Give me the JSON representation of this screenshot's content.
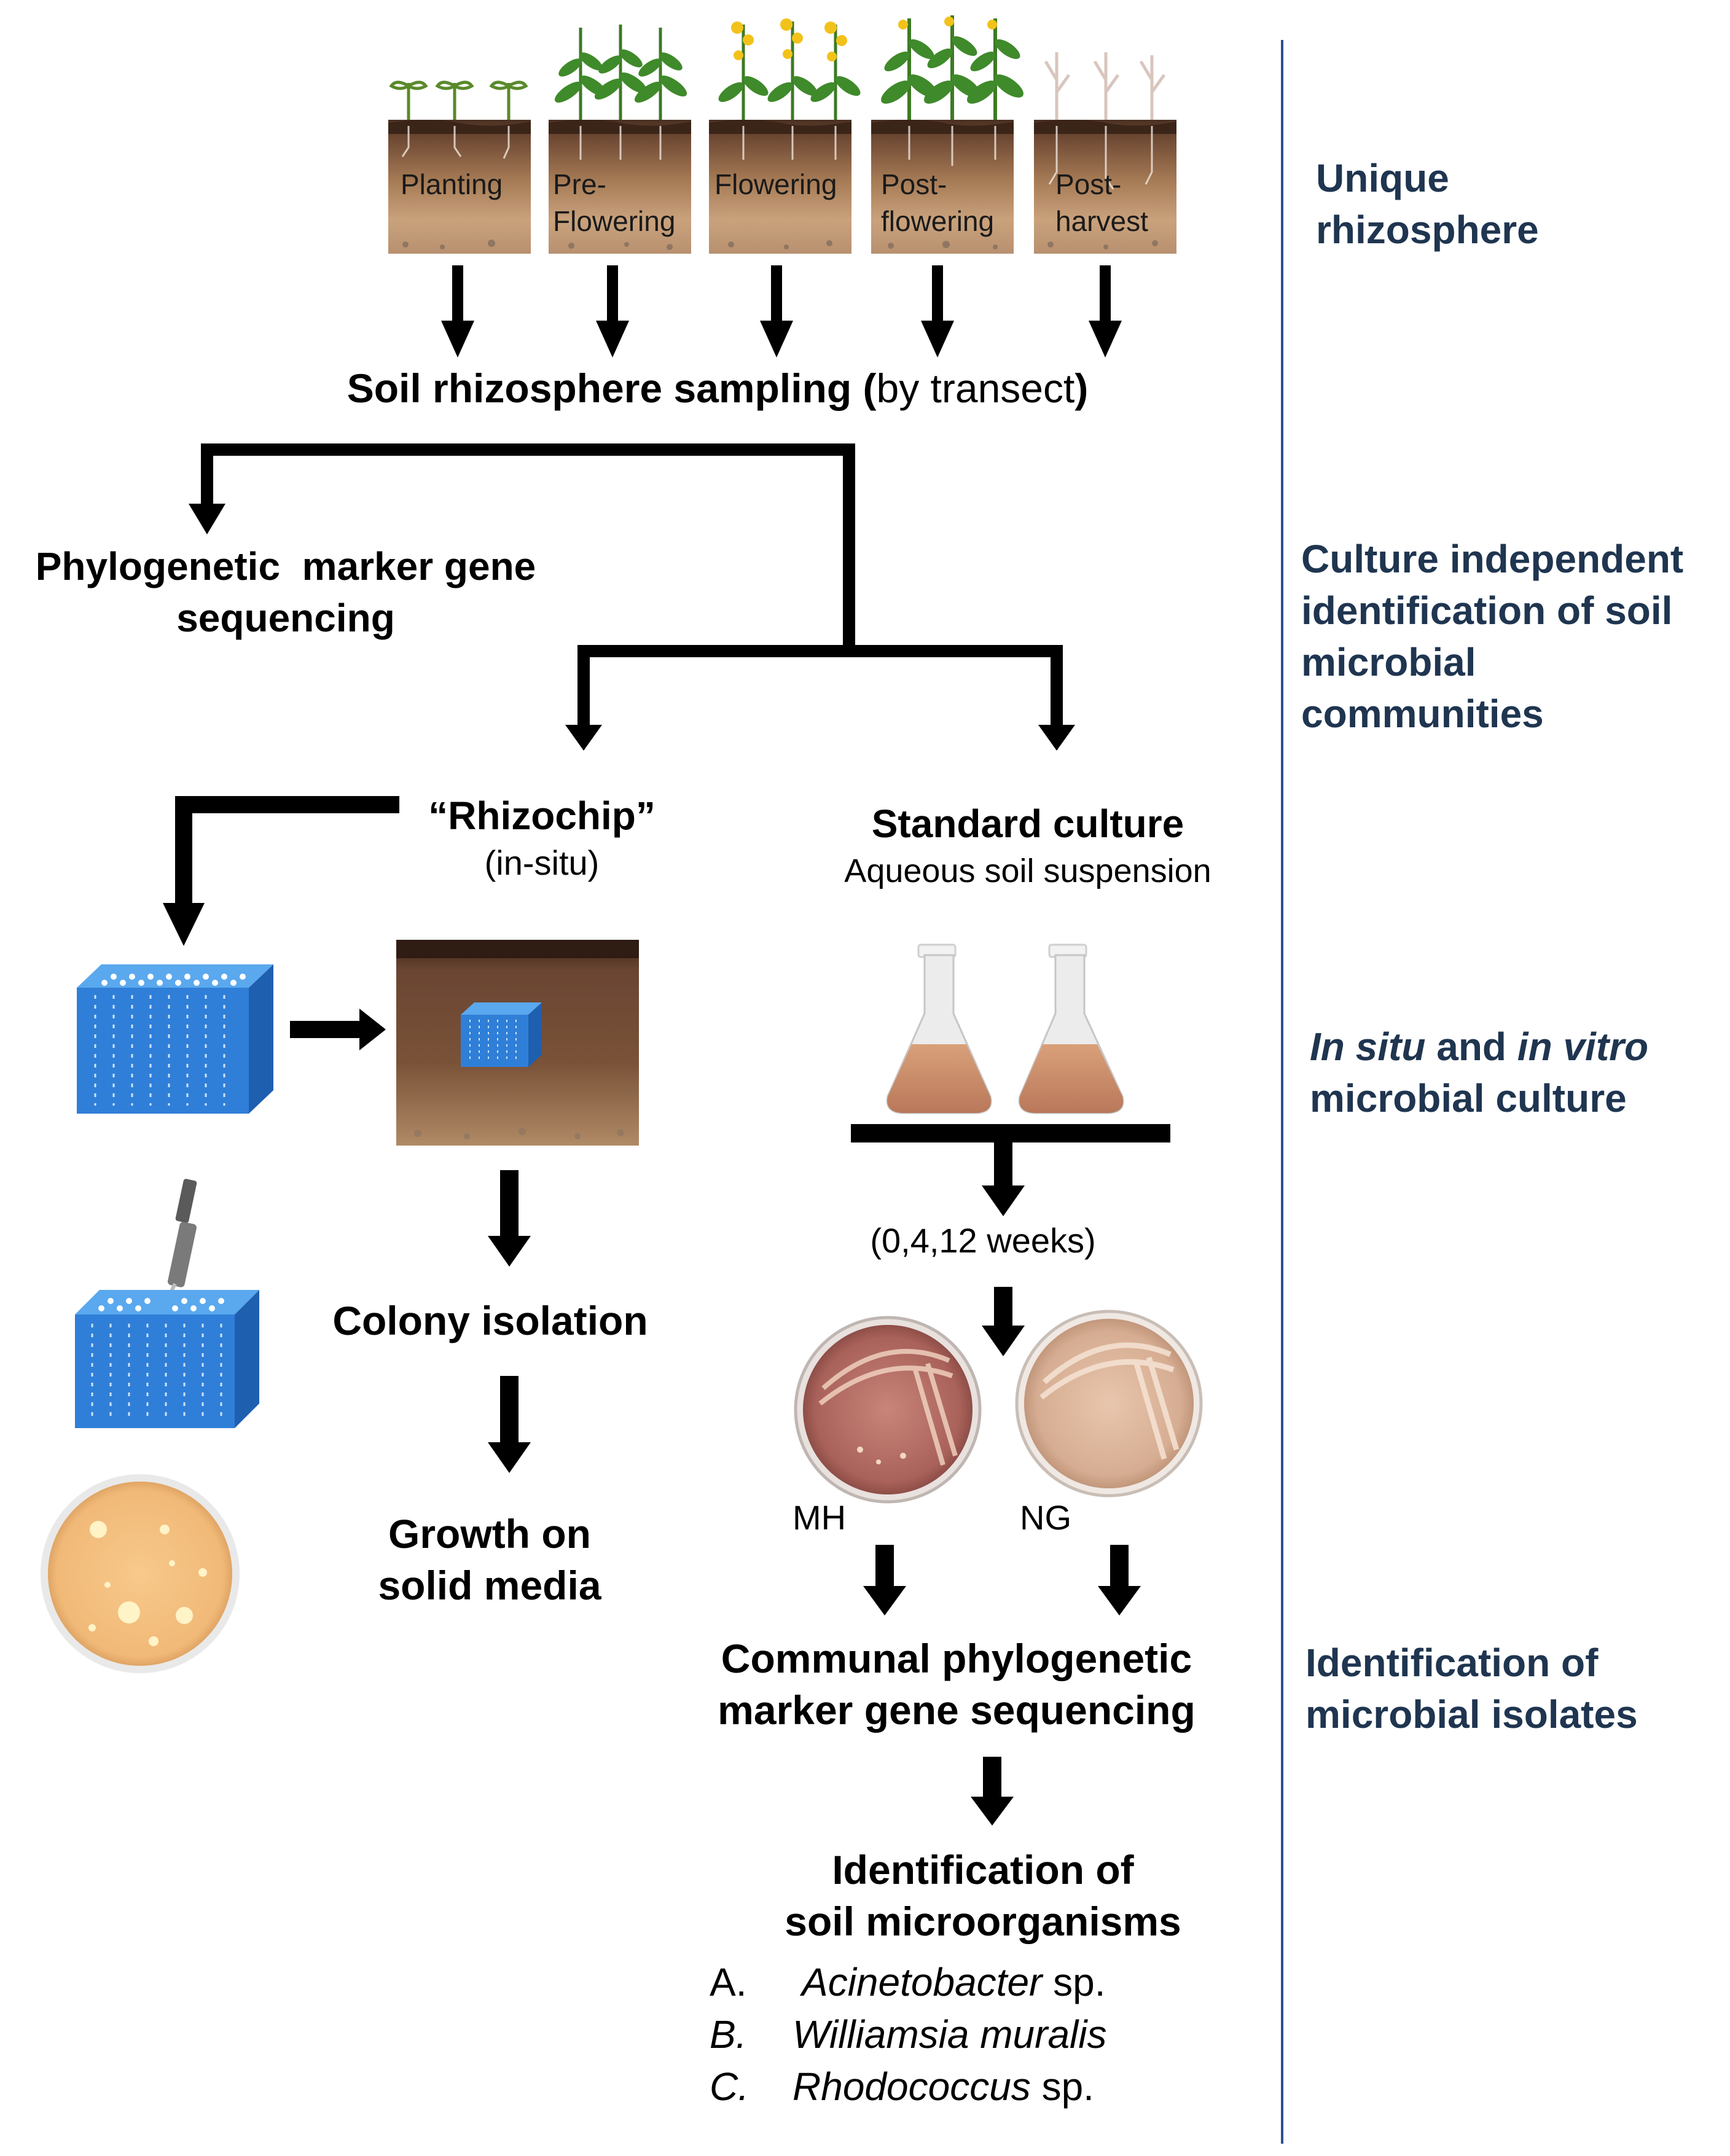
{
  "stages": [
    {
      "label": "Planting"
    },
    {
      "label": "Pre-\nFlowering"
    },
    {
      "label": "Flowering"
    },
    {
      "label": "Post-\nflowering"
    },
    {
      "label": "Post-\nharvest"
    }
  ],
  "sampling": {
    "bold": "Soil rhizosphere sampling (",
    "normal": "by transect",
    "end": ")"
  },
  "phylo": {
    "line1": "Phylogenetic  marker gene",
    "line2": "sequencing"
  },
  "rhizochip": {
    "title": "“Rhizochip”",
    "sub": "(in-situ)"
  },
  "standard": {
    "title": "Standard culture",
    "sub": "Aqueous soil suspension"
  },
  "weeks": "(0,4,12 weeks)",
  "colony": "Colony isolation",
  "growth": {
    "line1": "Growth on",
    "line2": "solid media"
  },
  "plates": {
    "left": "MH",
    "right": "NG"
  },
  "communal": {
    "line1": "Communal phylogenetic",
    "line2": "marker gene sequencing"
  },
  "identification": {
    "line1": "Identification of",
    "line2": "soil microorganisms"
  },
  "species": [
    {
      "letter": "A.",
      "name": "Acinetobacter",
      "suffix": " sp."
    },
    {
      "letter": "B.",
      "name": "Williamsia muralis",
      "suffix": ""
    },
    {
      "letter": "C.",
      "name": "Rhodococcus",
      "suffix": " sp."
    }
  ],
  "side_labels": {
    "s1": {
      "line1": "Unique",
      "line2": "rhizosphere"
    },
    "s2": {
      "line1": "Culture independent",
      "line2": "identification of soil",
      "line3": "microbial",
      "line4": "communities"
    },
    "s3": {
      "part1": "In situ",
      "part2": " and ",
      "part3": "in vitro",
      "line2": "microbial culture"
    },
    "s4": {
      "line1": "Identification of",
      "line2": "microbial isolates"
    }
  },
  "colors": {
    "side_text": "#1f3550",
    "divider": "#2f4f8f",
    "chip_blue": "#2f7fd8",
    "soil_dark": "#6b4a36",
    "soil_light": "#c9a27c"
  }
}
